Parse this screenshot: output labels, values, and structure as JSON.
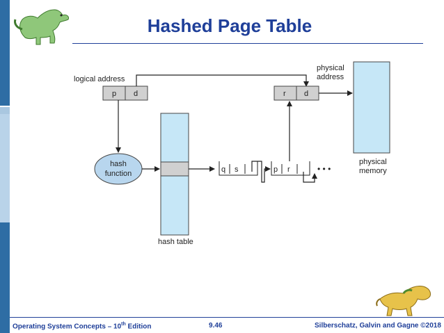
{
  "title": "Hashed Page Table",
  "diagram": {
    "logical_address_label": "logical address",
    "logical_p": "p",
    "logical_d": "d",
    "physical_address_label_1": "physical",
    "physical_address_label_2": "address",
    "physical_r": "r",
    "physical_d": "d",
    "hash_function_1": "hash",
    "hash_function_2": "function",
    "hash_table_label": "hash table",
    "chain_q": "q",
    "chain_s": "s",
    "chain_p": "p",
    "chain_r": "r",
    "ellipsis": "• • •",
    "physical_memory_1": "physical",
    "physical_memory_2": "memory"
  },
  "footer": {
    "left_main": "Operating System Concepts – 10",
    "left_sup": "th",
    "left_tail": " Edition",
    "center": "9.46",
    "right": "Silberschatz, Galvin and Gagne ©2018"
  },
  "colors": {
    "title": "#1f3f99",
    "sidebar_dark": "#2e6da4",
    "sidebar_light": "#b9d3e9",
    "box_gray": "#d0d0d0",
    "memory_blue": "#c6e7f7",
    "hash_fill": "#b8d6ee"
  }
}
